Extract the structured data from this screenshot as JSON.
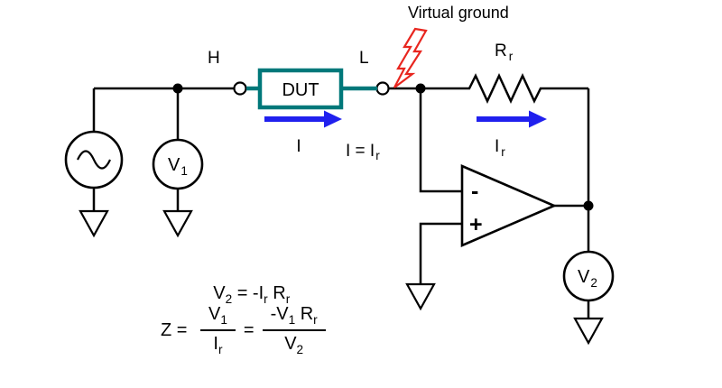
{
  "circuit": {
    "virtual_ground": "Virtual ground",
    "h": "H",
    "l": "L",
    "dut": "DUT",
    "i": "I",
    "ieq_t": "I = I",
    "ieq_s": "r",
    "rr_t": "R",
    "rr_s": "r",
    "ir_t": "I",
    "ir_s": "r",
    "v1_t": "V",
    "v1_s": "1",
    "v2_t": "V",
    "v2_s": "2",
    "minus": "-",
    "plus": "+"
  },
  "equations": {
    "eq1": {
      "t1": "V",
      "s1": "2",
      "t2": " = -I",
      "s2": "r",
      "t3": " R",
      "s3": "r"
    },
    "eq2": {
      "z": "Z = ",
      "f1n_t": "V",
      "f1n_s": "1",
      "f1d_t": "I",
      "f1d_s": "r",
      "eq": "=",
      "f2n_t1": "-V",
      "f2n_s1": "1",
      "f2n_t2": " R",
      "f2n_s2": "r",
      "f2d_t": "V",
      "f2d_s": "2"
    }
  },
  "colors": {
    "wire": "#000000",
    "dut": "#00787a",
    "arrow": "#2020ee",
    "flash": "#e8261f"
  }
}
